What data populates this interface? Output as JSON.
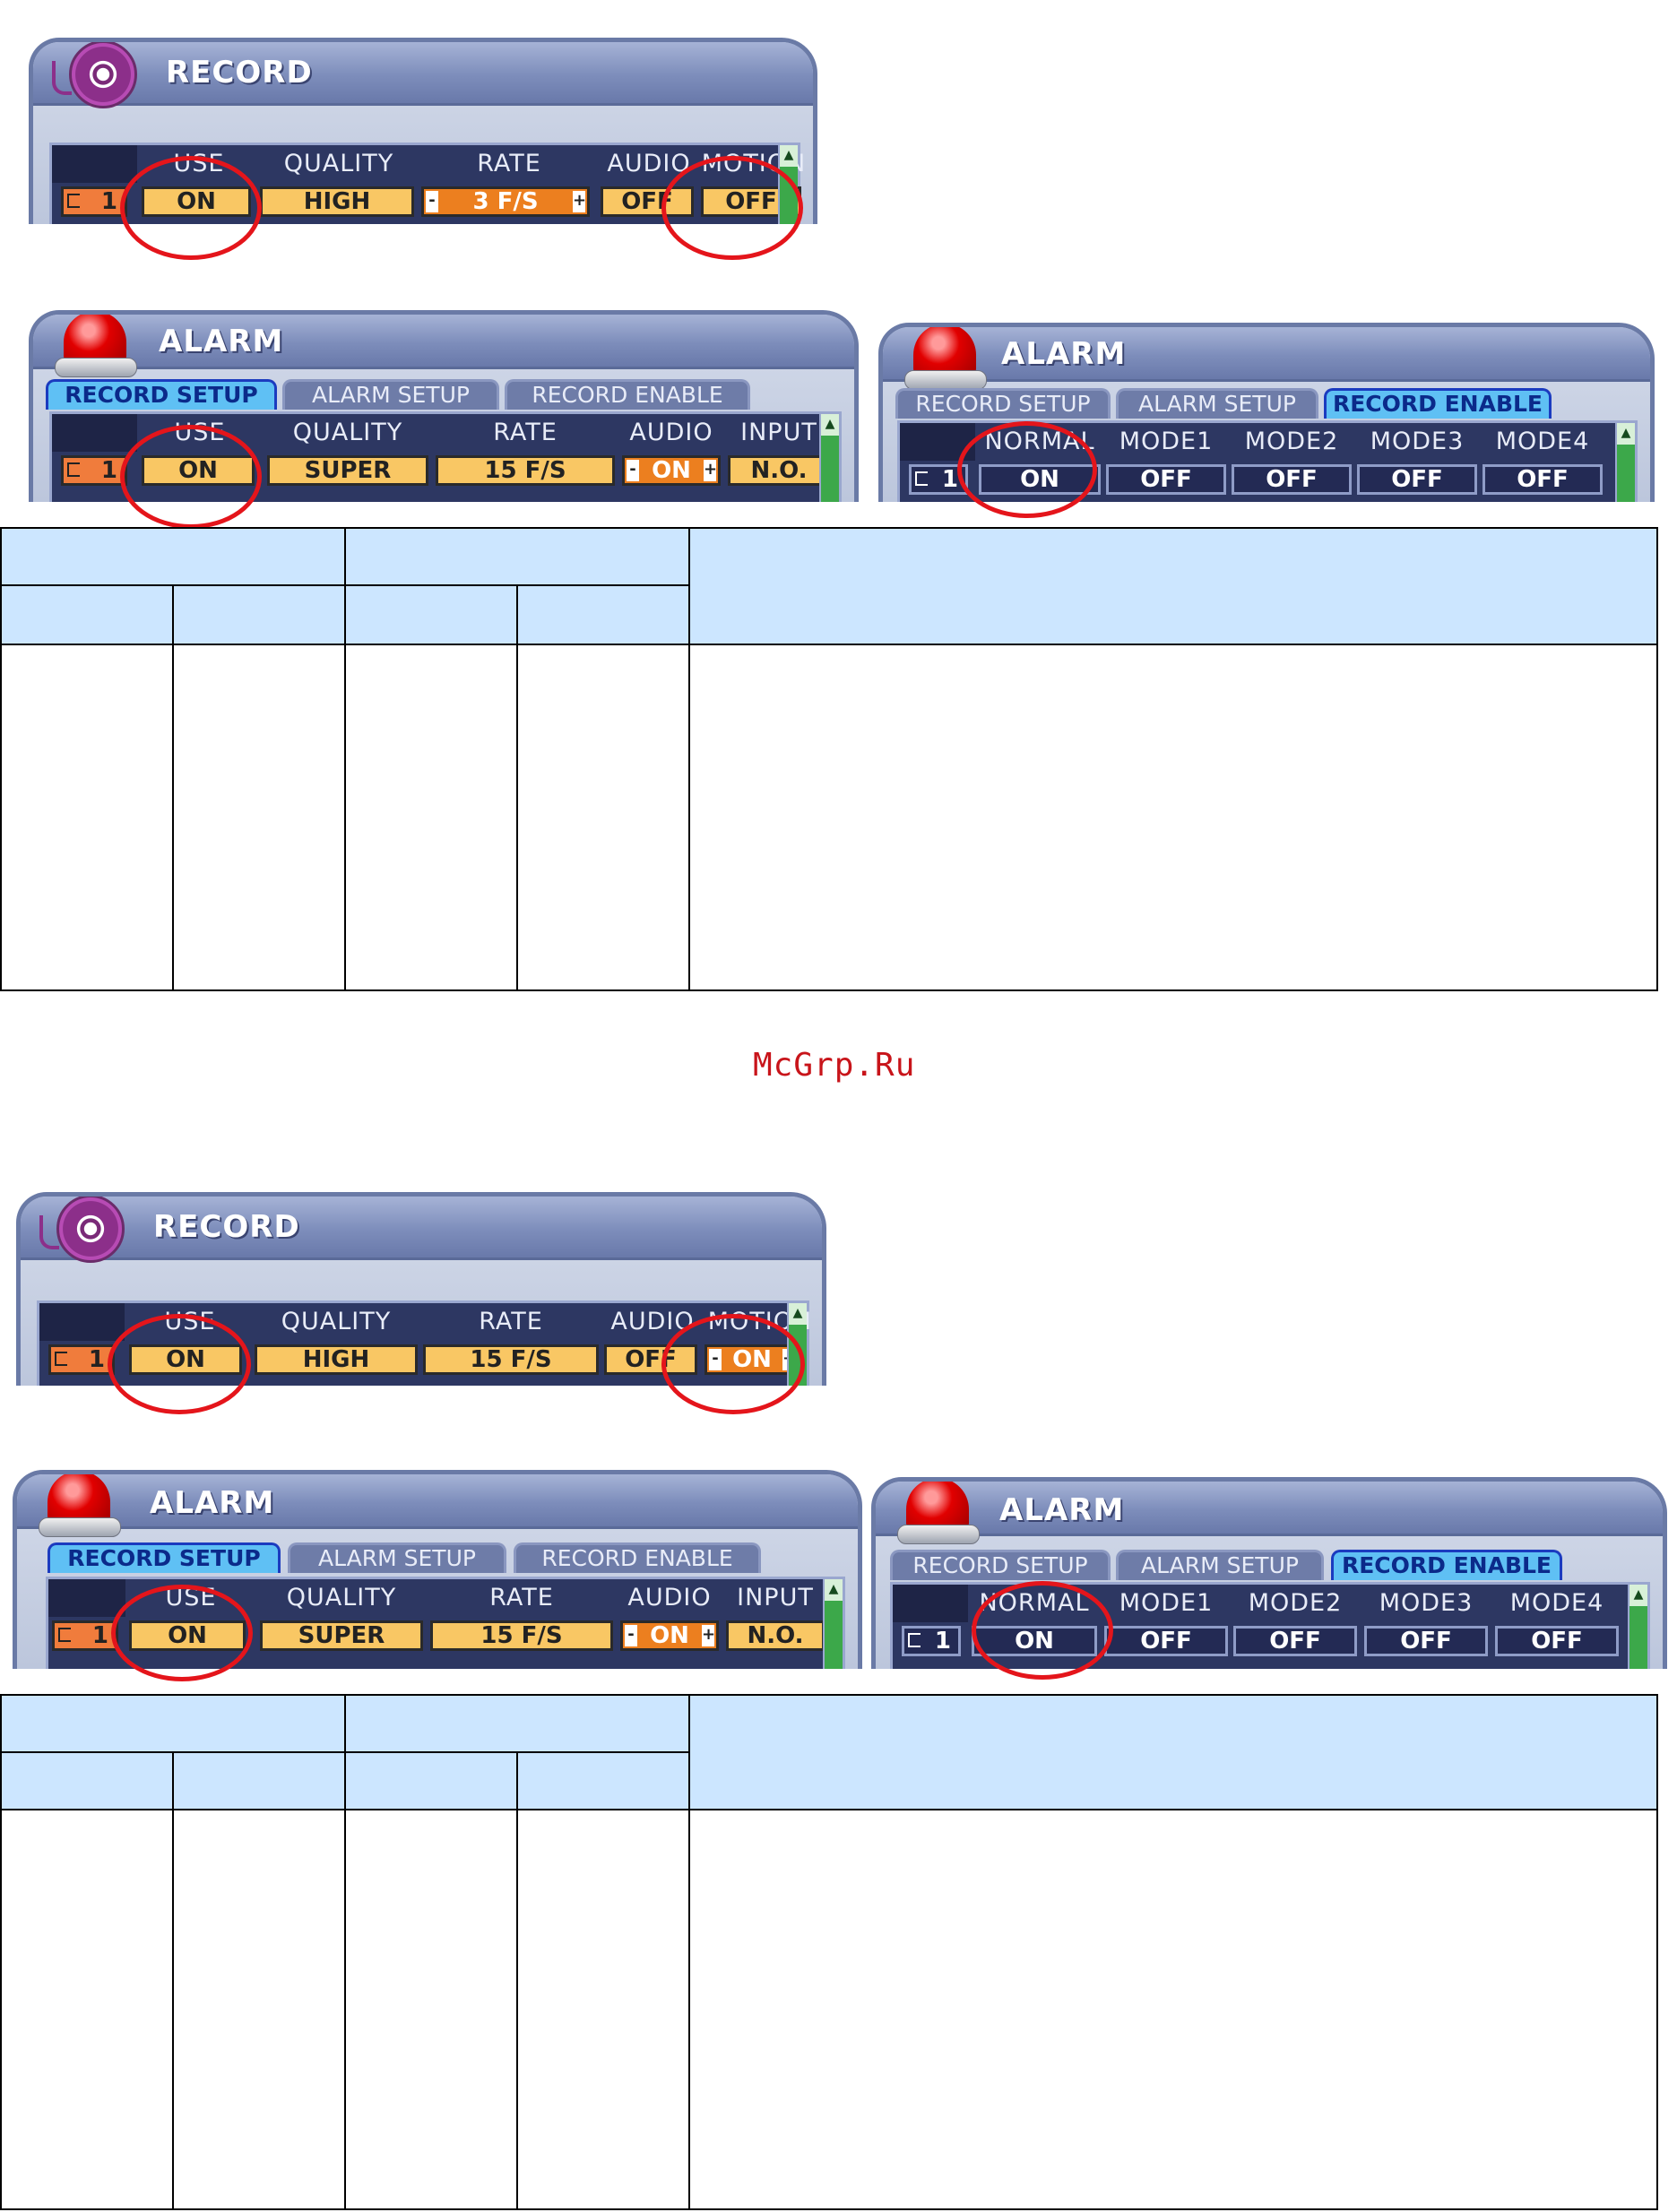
{
  "block1": {
    "record": {
      "title": "RECORD",
      "headers": [
        "USE",
        "QUALITY",
        "RATE",
        "AUDIO",
        "MOTION"
      ],
      "camera": "1",
      "values": {
        "use": "ON",
        "quality": "HIGH",
        "rate": "3 F/S",
        "audio": "OFF",
        "motion": "OFF"
      },
      "stepper_minus": "-",
      "stepper_plus": "+"
    },
    "alarm_left": {
      "title": "ALARM",
      "tabs": [
        "RECORD SETUP",
        "ALARM SETUP",
        "RECORD ENABLE"
      ],
      "active_tab": "RECORD SETUP",
      "headers": [
        "USE",
        "QUALITY",
        "RATE",
        "AUDIO",
        "INPUT"
      ],
      "camera": "1",
      "values": {
        "use": "ON",
        "quality": "SUPER",
        "rate": "15 F/S",
        "audio": "ON",
        "input": "N.O."
      },
      "stepper_minus": "-",
      "stepper_plus": "+"
    },
    "alarm_right": {
      "title": "ALARM",
      "tabs": [
        "RECORD SETUP",
        "ALARM SETUP",
        "RECORD ENABLE"
      ],
      "active_tab": "RECORD ENABLE",
      "headers": [
        "NORMAL",
        "MODE1",
        "MODE2",
        "MODE3",
        "MODE4"
      ],
      "camera": "1",
      "values": {
        "normal": "ON",
        "mode1": "OFF",
        "mode2": "OFF",
        "mode3": "OFF",
        "mode4": "OFF"
      }
    }
  },
  "watermark": "McGrp.Ru",
  "block2": {
    "record": {
      "title": "RECORD",
      "headers": [
        "USE",
        "QUALITY",
        "RATE",
        "AUDIO",
        "MOTION"
      ],
      "camera": "1",
      "values": {
        "use": "ON",
        "quality": "HIGH",
        "rate": "15 F/S",
        "audio": "OFF",
        "motion": "ON"
      },
      "stepper_minus": "-",
      "stepper_plus": "+"
    },
    "alarm_left": {
      "title": "ALARM",
      "tabs": [
        "RECORD SETUP",
        "ALARM SETUP",
        "RECORD ENABLE"
      ],
      "active_tab": "RECORD SETUP",
      "headers": [
        "USE",
        "QUALITY",
        "RATE",
        "AUDIO",
        "INPUT"
      ],
      "camera": "1",
      "values": {
        "use": "ON",
        "quality": "SUPER",
        "rate": "15 F/S",
        "audio": "ON",
        "input": "N.O."
      },
      "stepper_minus": "-",
      "stepper_plus": "+"
    },
    "alarm_right": {
      "title": "ALARM",
      "tabs": [
        "RECORD SETUP",
        "ALARM SETUP",
        "RECORD ENABLE"
      ],
      "active_tab": "RECORD ENABLE",
      "headers": [
        "NORMAL",
        "MODE1",
        "MODE2",
        "MODE3",
        "MODE4"
      ],
      "camera": "1",
      "values": {
        "normal": "ON",
        "mode1": "OFF",
        "mode2": "OFF",
        "mode3": "OFF",
        "mode4": "OFF"
      }
    }
  },
  "colors": {
    "highlight_circle": "#e4151b",
    "cell_fill": "#f9c764",
    "cell_active": "#ec7f1f",
    "active_tab": "#5fc0f4",
    "table_header": "#cce6ff"
  },
  "icons": {
    "record": "film-reel-icon",
    "alarm": "red-siren-icon"
  }
}
